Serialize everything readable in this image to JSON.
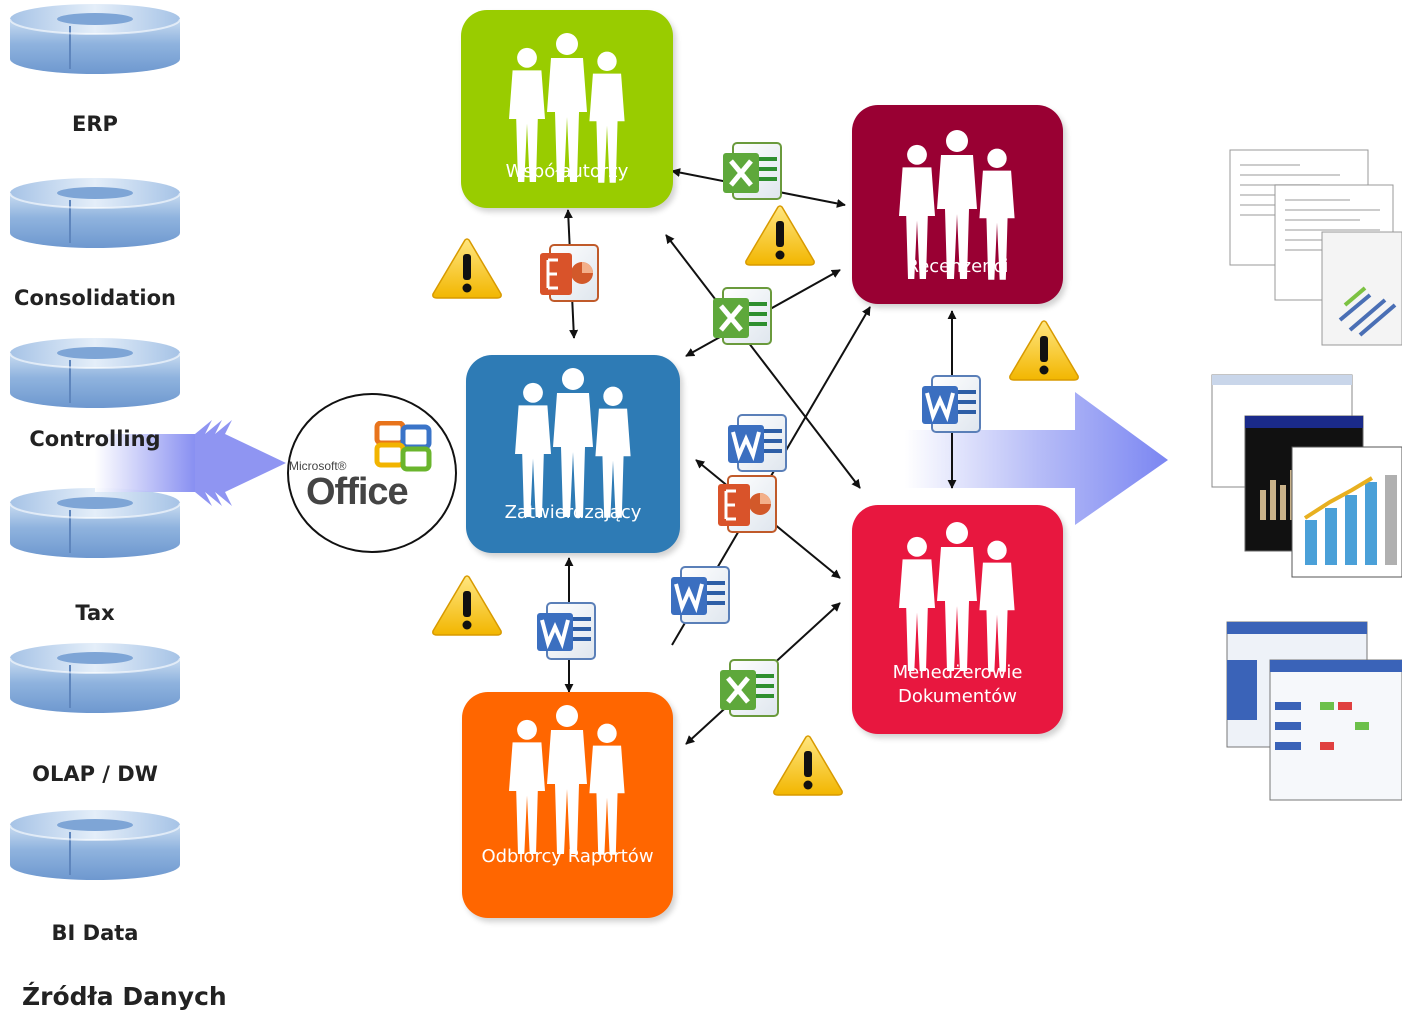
{
  "sources": {
    "items": [
      {
        "label": "ERP"
      },
      {
        "label": "Consolidation"
      },
      {
        "label": "Controlling"
      },
      {
        "label": "Tax"
      },
      {
        "label": "OLAP / DW"
      },
      {
        "label": "BI Data"
      }
    ],
    "footer_title": "Źródła Danych"
  },
  "office": {
    "small": "Microsoft®",
    "big": "Office"
  },
  "roles": {
    "wspolautorzy": {
      "label": "Współautorzy",
      "color": "#99cc00"
    },
    "zatwierdzajacy": {
      "label": "Zatwierdzający",
      "color": "#2e7bb5"
    },
    "odbiorcy": {
      "label": "Odbiorcy Raportów",
      "color": "#ff6600"
    },
    "recenzenci": {
      "label": "Recenzenci",
      "color": "#990033"
    },
    "menedzerowie": {
      "label": "Menedżerowie\nDokumentów",
      "color": "#e8173f"
    }
  },
  "icons": [
    "database-icon",
    "excel-icon",
    "word-icon",
    "powerpoint-icon",
    "warning-icon",
    "people-silhouette-icon",
    "office-logo-icon"
  ]
}
